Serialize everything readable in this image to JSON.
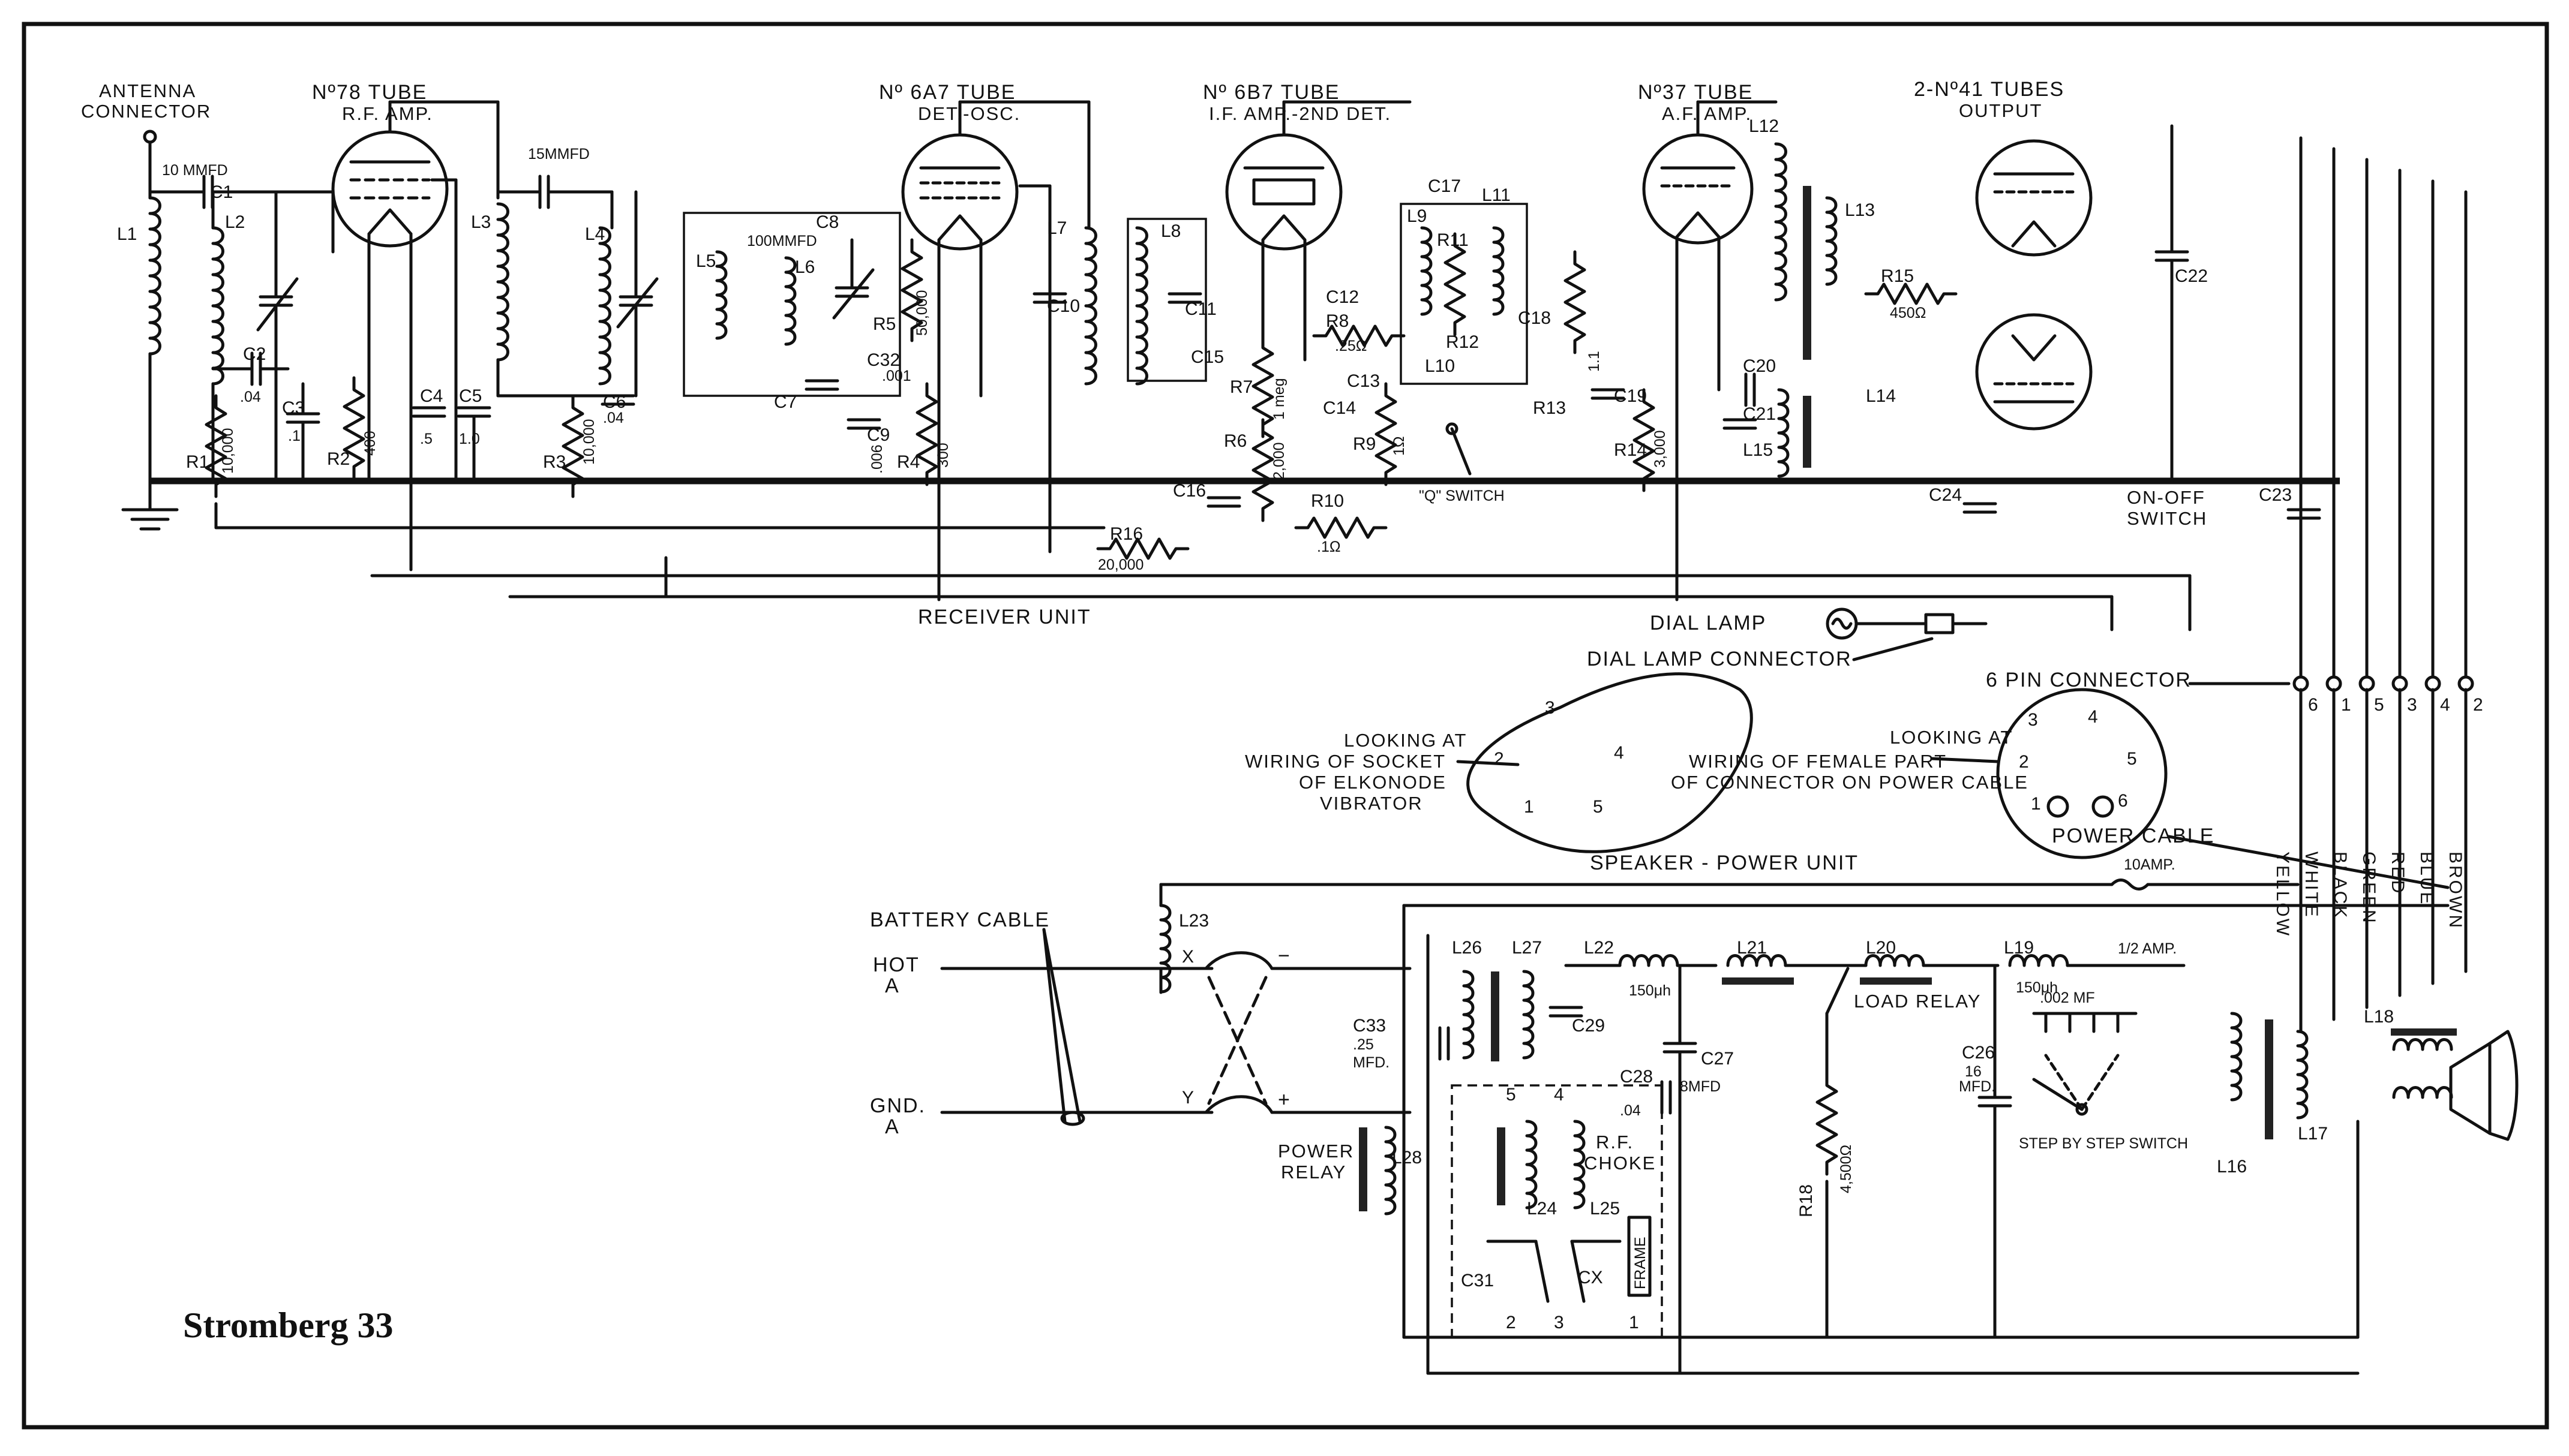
{
  "caption": "Stromberg 33",
  "tubes": {
    "rf_amp": {
      "name": "Nº78 TUBE",
      "role": "R.F. AMP."
    },
    "det_osc": {
      "name": "Nº 6A7 TUBE",
      "role": "DET.-OSC."
    },
    "if_amp": {
      "name": "Nº 6B7 TUBE",
      "role": "I.F. AMP.-2ND DET."
    },
    "af_amp": {
      "name": "Nº37 TUBE",
      "role": "A.F. AMP."
    },
    "output": {
      "name": "2-Nº41 TUBES",
      "role": "OUTPUT"
    }
  },
  "antenna": {
    "line1": "ANTENNA",
    "line2": "CONNECTOR"
  },
  "sections": {
    "receiver": "RECEIVER UNIT",
    "speaker_power": "SPEAKER - POWER UNIT"
  },
  "dial": {
    "lamp": "DIAL LAMP",
    "connector": "DIAL LAMP CONNECTOR"
  },
  "connector": {
    "title": "6 PIN CONNECTOR",
    "pins": [
      "6",
      "1",
      "5",
      "3",
      "4",
      "2"
    ],
    "colors": [
      "YELLOW",
      "WHITE",
      "BLACK",
      "GREEN",
      "RED",
      "BLUE",
      "BROWN"
    ],
    "power_cable": "POWER CABLE",
    "fuse": "10AMP."
  },
  "socket_notes": {
    "vibrator": [
      "LOOKING AT",
      "WIRING OF SOCKET",
      "OF ELKONODE",
      "VIBRATOR"
    ],
    "female": [
      "LOOKING AT",
      "WIRING OF FEMALE PART",
      "OF CONNECTOR ON POWER CABLE"
    ],
    "vib_pins": [
      "3",
      "2",
      "4",
      "1",
      "5"
    ],
    "fem_pins": [
      "3",
      "4",
      "2",
      "5",
      "1",
      "6"
    ]
  },
  "battery": {
    "cable": "BATTERY CABLE",
    "hot": [
      "HOT",
      "A"
    ],
    "gnd": [
      "GND.",
      "A"
    ],
    "x": "X",
    "y": "Y",
    "minus": "−",
    "plus": "+"
  },
  "relays": {
    "power": [
      "POWER",
      "RELAY"
    ],
    "load": "LOAD RELAY",
    "switch": "STEP BY STEP SWITCH",
    "onoff": [
      "ON-OFF",
      "SWITCH"
    ],
    "q": "\"Q\" SWITCH"
  },
  "choke": [
    "R.F.",
    "CHOKE"
  ],
  "frame": "FRAME",
  "vib_pin_labels": [
    "5",
    "4",
    "2",
    "3",
    "1"
  ],
  "inductors": [
    "L1",
    "L2",
    "L3",
    "L4",
    "L5",
    "L6",
    "L7",
    "L8",
    "L9",
    "L10",
    "L11",
    "L12",
    "L13",
    "L14",
    "L15",
    "L16",
    "L17",
    "L18",
    "L19",
    "L20",
    "L21",
    "L22",
    "L23",
    "L24",
    "L25",
    "L26",
    "L27",
    "L28"
  ],
  "capacitors": [
    "C1",
    "C2",
    "C3",
    "C4",
    "C5",
    "C6",
    "C7",
    "C8",
    "C9",
    "C10",
    "C11",
    "C12",
    "C13",
    "C14",
    "C15",
    "C16",
    "C17",
    "C18",
    "C19",
    "C20",
    "C21",
    "C22",
    "C23",
    "C24",
    "C26",
    "C27",
    "C28",
    "C29",
    "C31",
    "C32",
    "C33",
    "CX"
  ],
  "resistors": [
    "R1",
    "R2",
    "R3",
    "R4",
    "R5",
    "R6",
    "R7",
    "R8",
    "R9",
    "R10",
    "R11",
    "R12",
    "R13",
    "R14",
    "R15",
    "R16",
    "R18"
  ],
  "values": {
    "c1": "10 MMFD",
    "c4sm": "15MMFD",
    "c9": "100MMFD",
    "c2": ".04",
    "c3": ".1",
    "c4": ".5",
    "c5": "1.0",
    "c6": ".04",
    "c32": ".001",
    "c8": ".006",
    "r1": "10,000",
    "r2": "400",
    "r3": "10,000",
    "r4": "300",
    "r5": "50,000",
    "r6": "2,000",
    "r7": "1 meg",
    "r8": ".25Ω",
    "r9": "1Ω",
    "r10": ".1Ω",
    "r13": "1.1",
    "r14": "3,000",
    "r15": "450Ω",
    "r16": "20,000",
    "r18": "4,500Ω",
    "l22": "150μh",
    "l19": "150μh",
    "c33": [
      ".25",
      "MFD."
    ],
    "c27": "8MFD",
    "c28": ".04",
    "c26": [
      "16",
      "MFD."
    ],
    "fuse2": "1/2 AMP.",
    "c_ss": ".002 MF"
  }
}
